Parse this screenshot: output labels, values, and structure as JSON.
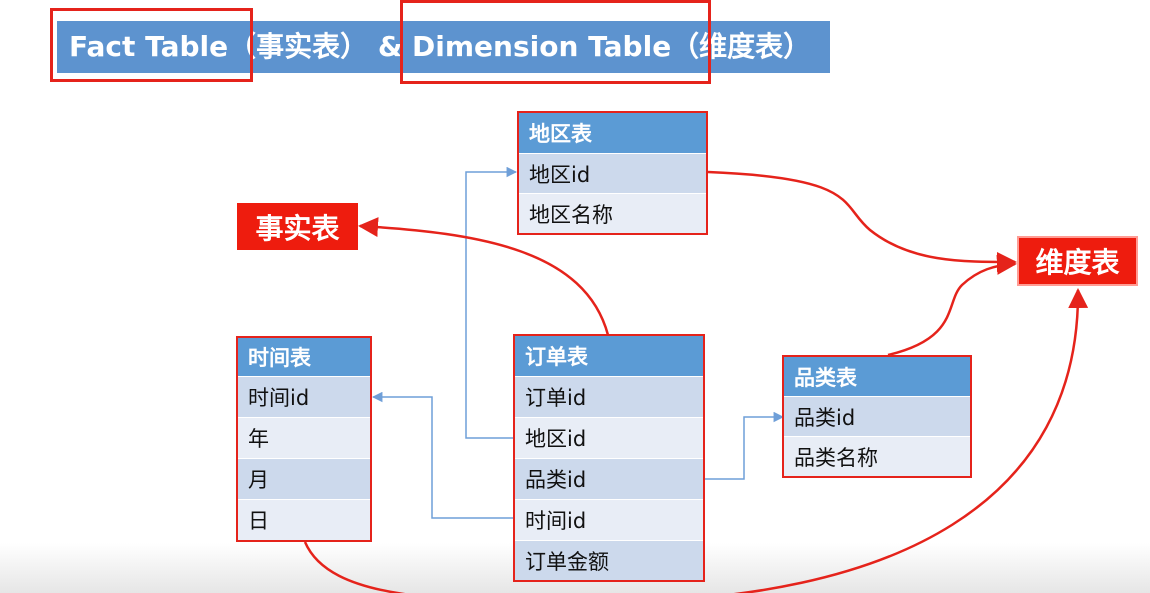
{
  "title": "Fact Table（事实表） & Dimension Table（维度表）",
  "labels": {
    "fact": "事实表",
    "dimension": "维度表"
  },
  "tables": {
    "region": {
      "header": "地区表",
      "rows": [
        "地区id",
        "地区名称"
      ]
    },
    "time": {
      "header": "时间表",
      "rows": [
        "时间id",
        "年",
        "月",
        "日"
      ]
    },
    "order": {
      "header": "订单表",
      "rows": [
        "订单id",
        "地区id",
        "品类id",
        "时间id",
        "订单金额"
      ]
    },
    "category": {
      "header": "品类表",
      "rows": [
        "品类id",
        "品类名称"
      ]
    }
  },
  "colors": {
    "title_bg": "#5d93cf",
    "header_bg": "#5b9bd5",
    "row_odd": "#ccd9ec",
    "row_even": "#e8edf6",
    "highlight": "#e5231b",
    "connector": "#6f9fd8"
  }
}
